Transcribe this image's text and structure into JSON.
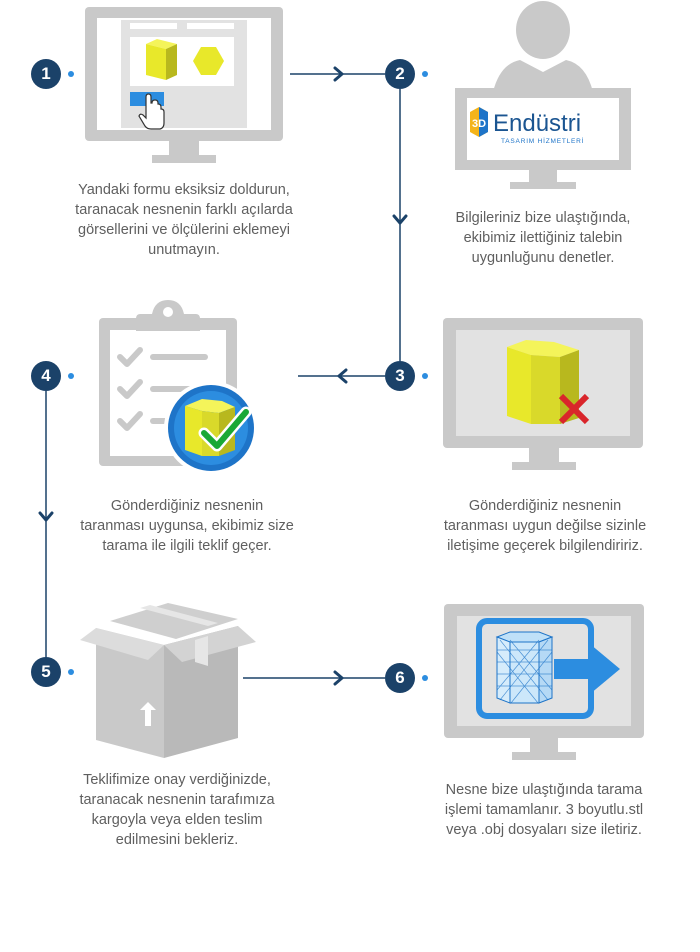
{
  "colors": {
    "navy": "#1b4269",
    "gray": "#c9c9c9",
    "yellow": "#e8e82a",
    "blue": "#2c8de0",
    "red": "#d9252b",
    "green": "#1aa835",
    "text": "#5f5f5f"
  },
  "logo": {
    "badge_text": "3D",
    "name": "Endüstri",
    "tagline": "TASARIM HİZMETLERİ"
  },
  "steps": [
    {
      "number": "1",
      "icon": "form-upload-monitor-icon",
      "lines": [
        "Yandaki formu eksiksiz doldurun,",
        "taranacak nesnenin farklı açılarda",
        "görsellerini ve ölçülerini eklemeyi",
        "unutmayın."
      ]
    },
    {
      "number": "2",
      "icon": "company-user-monitor-icon",
      "lines": [
        "Bilgileriniz bize ulaştığında,",
        "ekibimiz ilettiğiniz talebin",
        "uygunluğunu denetler."
      ]
    },
    {
      "number": "3",
      "icon": "rejected-object-monitor-icon",
      "lines": [
        "Gönderdiğiniz nesnenin",
        "taranması uygun değilse sizinle",
        "iletişime geçerek bilgilendiririz."
      ]
    },
    {
      "number": "4",
      "icon": "approved-clipboard-icon",
      "lines": [
        "Gönderdiğiniz nesnenin",
        "taranması uygunsa, ekibimiz size",
        "tarama ile ilgili teklif geçer."
      ]
    },
    {
      "number": "5",
      "icon": "shipping-box-icon",
      "lines": [
        "Teklifimize onay verdiğinizde,",
        "taranacak nesnenin tarafımıza",
        "kargoyla veya elden teslim",
        "edilmesini bekleriz."
      ]
    },
    {
      "number": "6",
      "icon": "scan-export-monitor-icon",
      "lines": [
        "Nesne bize ulaştığında tarama",
        "işlemi tamamlanır. 3 boyutlu.stl",
        "veya .obj dosyaları size iletiriz."
      ]
    }
  ]
}
